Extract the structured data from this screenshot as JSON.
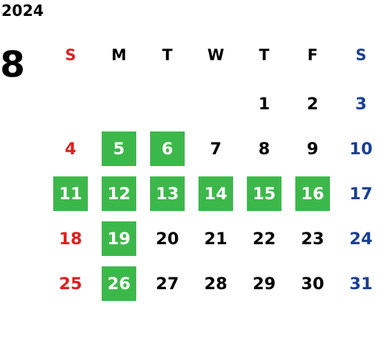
{
  "calendar": {
    "year": "2024",
    "month": "8",
    "weekdays": [
      "S",
      "M",
      "T",
      "W",
      "T",
      "F",
      "S"
    ],
    "weeks": [
      [
        {
          "day": "",
          "type": "sun",
          "highlight": false
        },
        {
          "day": "",
          "type": "weekday",
          "highlight": false
        },
        {
          "day": "",
          "type": "weekday",
          "highlight": false
        },
        {
          "day": "",
          "type": "weekday",
          "highlight": false
        },
        {
          "day": "1",
          "type": "weekday",
          "highlight": false
        },
        {
          "day": "2",
          "type": "weekday",
          "highlight": false
        },
        {
          "day": "3",
          "type": "sat",
          "highlight": false
        }
      ],
      [
        {
          "day": "4",
          "type": "sun",
          "highlight": false
        },
        {
          "day": "5",
          "type": "weekday",
          "highlight": true
        },
        {
          "day": "6",
          "type": "weekday",
          "highlight": true
        },
        {
          "day": "7",
          "type": "weekday",
          "highlight": false
        },
        {
          "day": "8",
          "type": "weekday",
          "highlight": false
        },
        {
          "day": "9",
          "type": "weekday",
          "highlight": false
        },
        {
          "day": "10",
          "type": "sat",
          "highlight": false
        }
      ],
      [
        {
          "day": "11",
          "type": "sun",
          "highlight": true
        },
        {
          "day": "12",
          "type": "weekday",
          "highlight": true
        },
        {
          "day": "13",
          "type": "weekday",
          "highlight": true
        },
        {
          "day": "14",
          "type": "weekday",
          "highlight": true
        },
        {
          "day": "15",
          "type": "weekday",
          "highlight": true
        },
        {
          "day": "16",
          "type": "weekday",
          "highlight": true
        },
        {
          "day": "17",
          "type": "sat",
          "highlight": false
        }
      ],
      [
        {
          "day": "18",
          "type": "sun",
          "highlight": false
        },
        {
          "day": "19",
          "type": "weekday",
          "highlight": true
        },
        {
          "day": "20",
          "type": "weekday",
          "highlight": false
        },
        {
          "day": "21",
          "type": "weekday",
          "highlight": false
        },
        {
          "day": "22",
          "type": "weekday",
          "highlight": false
        },
        {
          "day": "23",
          "type": "weekday",
          "highlight": false
        },
        {
          "day": "24",
          "type": "sat",
          "highlight": false
        }
      ],
      [
        {
          "day": "25",
          "type": "sun",
          "highlight": false
        },
        {
          "day": "26",
          "type": "weekday",
          "highlight": true
        },
        {
          "day": "27",
          "type": "weekday",
          "highlight": false
        },
        {
          "day": "28",
          "type": "weekday",
          "highlight": false
        },
        {
          "day": "29",
          "type": "weekday",
          "highlight": false
        },
        {
          "day": "30",
          "type": "weekday",
          "highlight": false
        },
        {
          "day": "31",
          "type": "sat",
          "highlight": false
        }
      ]
    ]
  },
  "colors": {
    "highlight": "#3cb84a",
    "sunday": "#e0201e",
    "saturday_header": "#1414d8",
    "saturday": "#1a3f94",
    "text": "#000000"
  }
}
